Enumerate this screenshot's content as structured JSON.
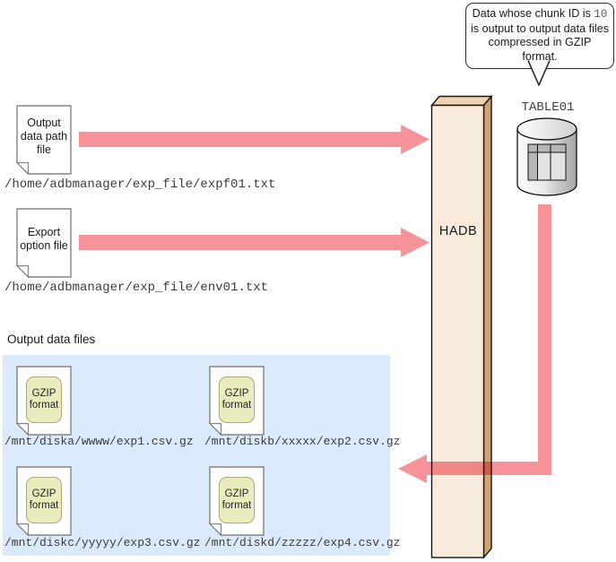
{
  "callout": {
    "prefix": "Data whose chunk ID is",
    "code": "10",
    "suffix": "is output to output data files compressed in GZIP format."
  },
  "input_files": [
    {
      "label": "Output data path file",
      "path": "/home/adbmanager/exp_file/expf01.txt"
    },
    {
      "label": "Export option file",
      "path": "/home/adbmanager/exp_file/env01.txt"
    }
  ],
  "hadb": {
    "label": "HADB"
  },
  "table": {
    "label": "TABLE01"
  },
  "output_section": {
    "title": "Output data files",
    "badge": "GZIP format",
    "files": [
      {
        "path": "/mnt/diska/wwww/exp1.csv.gz"
      },
      {
        "path": "/mnt/diskb/xxxxx/exp2.csv.gz"
      },
      {
        "path": "/mnt/diskc/yyyyy/exp3.csv.gz"
      },
      {
        "path": "/mnt/diskd/zzzzz/exp4.csv.gz"
      }
    ]
  },
  "colors": {
    "arrow": "#f5929a",
    "hadb_face": "#f8ebdc",
    "hadb_top": "#eed3b3",
    "hadb_side": "#d3a273",
    "panel_bg": "#daeafb",
    "badge_bg": "#ebecbe"
  }
}
